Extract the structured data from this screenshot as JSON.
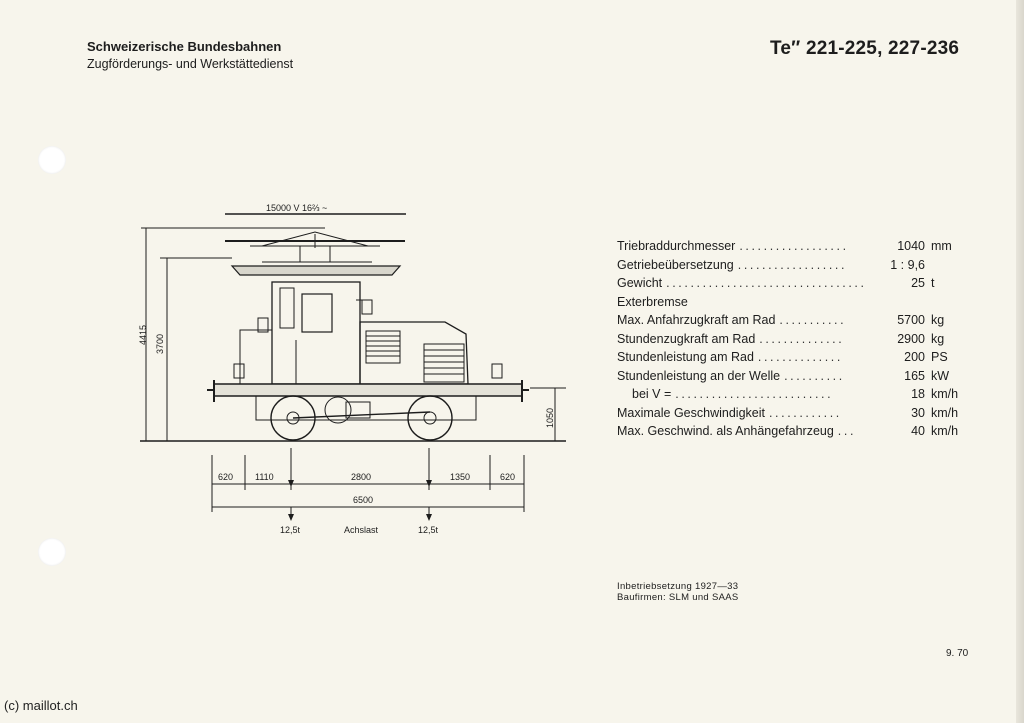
{
  "header": {
    "organization": "Schweizerische Bundesbahnen",
    "department": "Zugförderungs- und Werkstättedienst",
    "title": "Te″ 221-225, 227-236"
  },
  "drawing": {
    "catenary": "15000 V   16⅔ ~",
    "heights": {
      "overall": "4415",
      "body": "3700",
      "platform": "1050"
    },
    "lengths": [
      "620",
      "1110",
      "2800",
      "1350",
      "620"
    ],
    "total_length": "6500",
    "axle_load_left": "12,5t",
    "axle_load_label": "Achslast",
    "axle_load_right": "12,5t"
  },
  "specs": [
    {
      "label": "Triebraddurchmesser",
      "dots": "..................",
      "value": "1040",
      "unit": "mm"
    },
    {
      "label": "Getriebeübersetzung",
      "dots": "..................",
      "value": "1 : 9,6",
      "unit": ""
    },
    {
      "label": "Gewicht",
      "dots": ".................................",
      "value": "25",
      "unit": "t"
    },
    {
      "label": "Exterbremse",
      "dots": "",
      "value": "",
      "unit": ""
    },
    {
      "label": "Max. Anfahrzugkraft am Rad",
      "dots": "...........",
      "value": "5700",
      "unit": "kg"
    },
    {
      "label": "Stundenzugkraft am Rad",
      "dots": "..............",
      "value": "2900",
      "unit": "kg"
    },
    {
      "label": "Stundenleistung am Rad",
      "dots": "..............",
      "value": "200",
      "unit": "PS"
    },
    {
      "label": "Stundenleistung an der Welle",
      "dots": "..........",
      "value": "165",
      "unit": "kW"
    },
    {
      "label": "bei V =",
      "dots": "..........................",
      "value": "18",
      "unit": "km/h"
    },
    {
      "label": "Maximale Geschwindigkeit",
      "dots": "............",
      "value": "30",
      "unit": "km/h"
    },
    {
      "label": "Max. Geschwind. als Anhängefahrzeug",
      "dots": "...",
      "value": "40",
      "unit": "km/h"
    }
  ],
  "notes": {
    "commissioning": "Inbetriebsetzung 1927—33",
    "manufacturers": "Baufirmen: SLM und SAAS"
  },
  "date": "9. 70",
  "copyright": "(c) maillot.ch"
}
